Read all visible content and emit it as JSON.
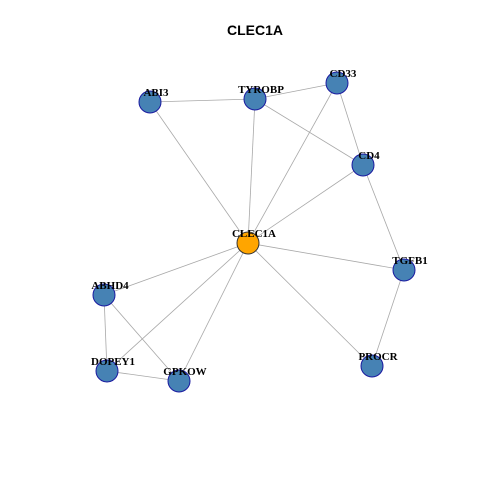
{
  "title": "CLEC1A",
  "colors": {
    "background": "#ffffff",
    "center_node_fill": "#FFA500",
    "node_fill": "#4682B4",
    "node_stroke": "#1a1aa0",
    "center_node_stroke": "#333333",
    "edge": "#a8a8a8"
  },
  "nodes": [
    {
      "id": "CLEC1A",
      "label": "CLEC1A",
      "center": true
    },
    {
      "id": "ABI3",
      "label": "ABI3"
    },
    {
      "id": "TYROBP",
      "label": "TYROBP"
    },
    {
      "id": "CD33",
      "label": "CD33"
    },
    {
      "id": "CD4",
      "label": "CD4"
    },
    {
      "id": "TGFB1",
      "label": "TGFB1"
    },
    {
      "id": "PROCR",
      "label": "PROCR"
    },
    {
      "id": "ABHD4",
      "label": "ABHD4"
    },
    {
      "id": "DOPEY1",
      "label": "DOPEY1"
    },
    {
      "id": "GPKOW",
      "label": "GPKOW"
    }
  ],
  "edges": [
    [
      "ABI3",
      "TYROBP"
    ],
    [
      "ABI3",
      "CLEC1A"
    ],
    [
      "TYROBP",
      "CD33"
    ],
    [
      "TYROBP",
      "CD4"
    ],
    [
      "TYROBP",
      "CLEC1A"
    ],
    [
      "CD33",
      "CD4"
    ],
    [
      "CD33",
      "CLEC1A"
    ],
    [
      "CD4",
      "CLEC1A"
    ],
    [
      "CD4",
      "TGFB1"
    ],
    [
      "CLEC1A",
      "TGFB1"
    ],
    [
      "CLEC1A",
      "PROCR"
    ],
    [
      "CLEC1A",
      "ABHD4"
    ],
    [
      "CLEC1A",
      "DOPEY1"
    ],
    [
      "CLEC1A",
      "GPKOW"
    ],
    [
      "TGFB1",
      "PROCR"
    ],
    [
      "ABHD4",
      "DOPEY1"
    ],
    [
      "ABHD4",
      "GPKOW"
    ],
    [
      "DOPEY1",
      "GPKOW"
    ]
  ]
}
